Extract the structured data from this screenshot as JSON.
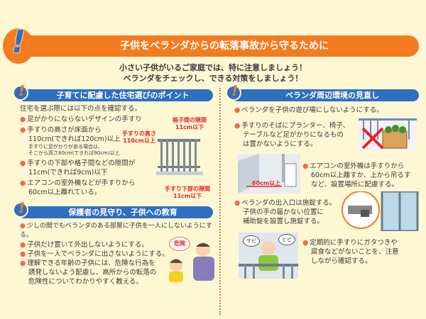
{
  "title": "子供をベランダからの転落事故から守るために",
  "subtitle": [
    "小さい子供がいるご家庭では、特に注意しましょう！",
    "ベランダをチェックし、できる対策をしましょう！"
  ],
  "section1": {
    "heading": "子育てに配慮した住宅選びのポイント",
    "intro": "住宅を選ぶ際には以下の点を確認する。",
    "items": [
      "足がかりにならないデザインの手すり",
      "手すりの高さが床面から",
      "110cm(できれば120cm)以上",
      "手すりに足がかりがある場合は、",
      "そこから高さ80cm(できれば90cm)以上",
      "手すりの下部や格子間などの隙間が",
      "11cm(できれば9cm)以下",
      "エアコンの室外機などが手すりから",
      "60cm以上離れている。"
    ],
    "labels": {
      "gap_title": "格子間の隙間",
      "gap_value": "11cm以下",
      "height_title": "手すりの高さ",
      "height_value": "110cm以上",
      "bottom_title": "手すり下部の隙間",
      "bottom_value": "11cm以下"
    }
  },
  "section2": {
    "heading": "保護者の見守り、子供への教育",
    "items": [
      "少しの間でもベランダのある部屋に子供を一人にしないようにする。",
      "子供だけ置いて外出しないようにする。",
      "子供を一人でベランダに出さないようにする。",
      "理解できる年齢の子供には、危険な行為を",
      "誘発しないよう配慮し、高所からの転落の",
      "危険性についてわかりやすく教える。"
    ],
    "bubble": "危険"
  },
  "section3": {
    "heading": "ベランダ周辺環境の見直し",
    "items": [
      "ベランダを子供の遊び場にしないようにする。",
      "手すりのそばにプランター、椅子、",
      "テーブルなど足がかりになるもの",
      "は置かないようにする。",
      "エアコンの室外機は手すりから",
      "60cm以上離すか、上から吊るす",
      "など、設置場所に配慮する。",
      "ベランダの出入口は施錠する。",
      "子供の手の届かない位置に",
      "補助錠を設置し施錠する。",
      "定期的に手すりにガタつきや",
      "腐食などがないことを、注意",
      "しながら確認する。"
    ],
    "distance_label": "60cm以上",
    "bubble1": "サビ",
    "bubble2": "ヒビ"
  },
  "colors": {
    "orange": "#f47b20",
    "blue": "#2e6fc0",
    "bg": "#fdf7d4"
  }
}
